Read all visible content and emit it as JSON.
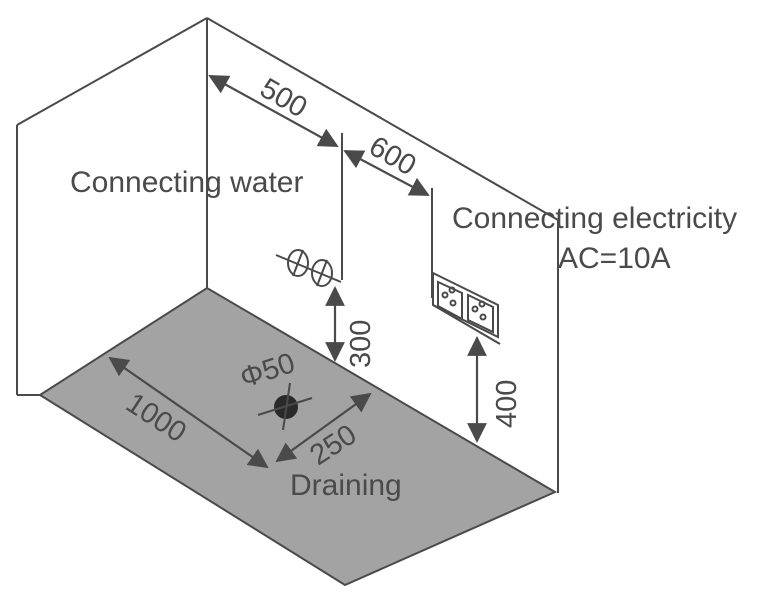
{
  "labels": {
    "water": "Connecting water",
    "electricity": "Connecting electricity",
    "current": "AC=10A",
    "draining": "Draining"
  },
  "dimensions": {
    "water_from_corner": "500",
    "water_to_socket": "600",
    "water_height": "300",
    "socket_height": "400",
    "floor_length": "1000",
    "drain_offset": "250",
    "drain_diameter": "Φ50"
  },
  "colors": {
    "line": "#4a4a4a",
    "floor": "#a3a3a3",
    "text": "#4a4a4a"
  }
}
